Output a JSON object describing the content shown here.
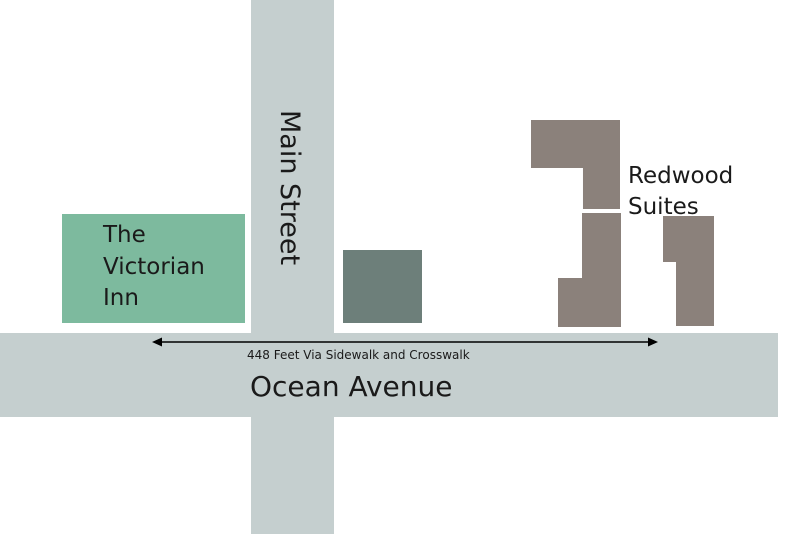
{
  "roads": {
    "main_street": "Main Street",
    "ocean_avenue": "Ocean Avenue"
  },
  "places": {
    "victorian_inn": {
      "lines": [
        "The",
        "Victorian",
        "Inn"
      ],
      "color": "#7dba9e"
    },
    "redwood_suites": {
      "lines": [
        "Redwood",
        "Suites"
      ],
      "color": "#8b817b"
    },
    "middle_building": {
      "color": "#6d7f7a"
    }
  },
  "route": {
    "distance_label": "448 Feet Via Sidewalk and Crosswalk"
  },
  "colors": {
    "road": "#c5cfcf",
    "background": "#ffffff",
    "text": "#1a1a1a"
  }
}
